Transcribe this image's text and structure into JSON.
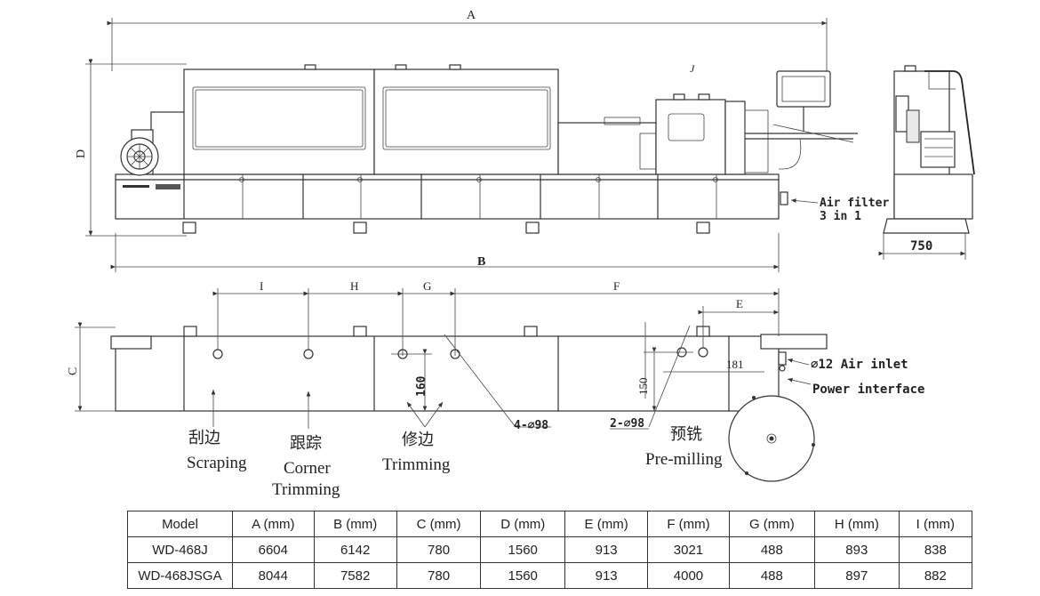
{
  "dimensions": {
    "a": "A",
    "b": "B",
    "c": "C",
    "d": "D",
    "e": "E",
    "f": "F",
    "g": "G",
    "h": "H",
    "i": "I",
    "side_width": "750",
    "section_j": "J",
    "height_160": "160",
    "height_150": "150",
    "offset_181": "181",
    "holes_4": "4-⌀98",
    "holes_2": "2-⌀98"
  },
  "callouts": {
    "air_filter_line1": "Air filter",
    "air_filter_line2": "3 in 1",
    "air_inlet": "⌀12 Air inlet",
    "power_interface": "Power interface"
  },
  "stations": [
    {
      "cn": "刮边",
      "en": [
        "Scraping"
      ]
    },
    {
      "cn": "跟踪",
      "en": [
        "Corner",
        "Trimming"
      ]
    },
    {
      "cn": "修边",
      "en": [
        "Trimming"
      ]
    },
    {
      "cn": "预铣",
      "en": [
        "Pre-milling"
      ]
    }
  ],
  "table": {
    "headers": [
      "Model",
      "A (mm)",
      "B (mm)",
      "C (mm)",
      "D (mm)",
      "E (mm)",
      "F (mm)",
      "G (mm)",
      "H (mm)",
      "I (mm)"
    ],
    "rows": [
      [
        "WD-468J",
        "6604",
        "6142",
        "780",
        "1560",
        "913",
        "3021",
        "488",
        "893",
        "838"
      ],
      [
        "WD-468JSGA",
        "8044",
        "7582",
        "780",
        "1560",
        "913",
        "4000",
        "488",
        "897",
        "882"
      ]
    ]
  }
}
